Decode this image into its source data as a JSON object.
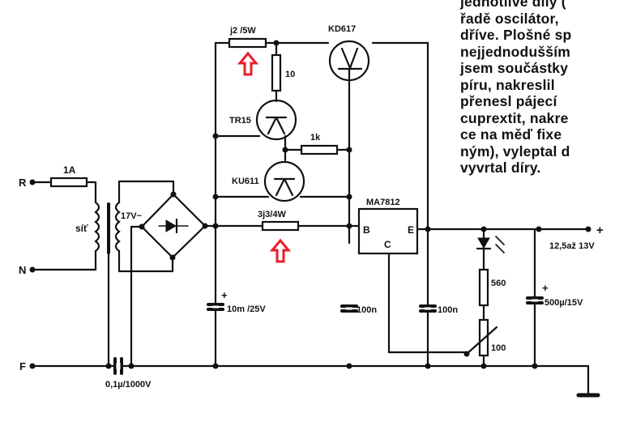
{
  "article_text": {
    "lines": [
      "jednotlivé díly (",
      "řadě oscilátor,",
      "dříve. Plošné sp",
      "nejjednodušším",
      "jsem součástky",
      "píru, nakreslil",
      "přenesl pájecí",
      "cuprextit, nakre",
      "ce na měď fixe",
      "ným), vyleptal d",
      "vyvrtal díry."
    ]
  },
  "schematic": {
    "terminals": {
      "r": "R",
      "n": "N",
      "f": "F",
      "out_plus": "+",
      "out_voltage": "12,5až 13V"
    },
    "components": {
      "fuse": "1A",
      "mains": "síť",
      "secondary": "17V~",
      "r_top": "j2 /5W",
      "transistor_power": "KD617",
      "r_10": "10",
      "transistor_tr15": "TR15",
      "r_1k": "1k",
      "transistor_ku611": "KU611",
      "r_sense": "3j3/4W",
      "regulator": "MA7812",
      "reg_pin_b": "B",
      "reg_pin_e": "E",
      "reg_pin_c": "C",
      "c_filter": "10m /25V",
      "c_100n_a": "100n",
      "c_100n_b": "100n",
      "c_mains": "0,1µ/1000V",
      "r_560": "560",
      "pot_100": "100",
      "c_out": "500µ/15V",
      "cap_plus": "+",
      "cap_plus_out": "+"
    },
    "highlight_color": "#e8202a",
    "ink_color": "#111111"
  }
}
